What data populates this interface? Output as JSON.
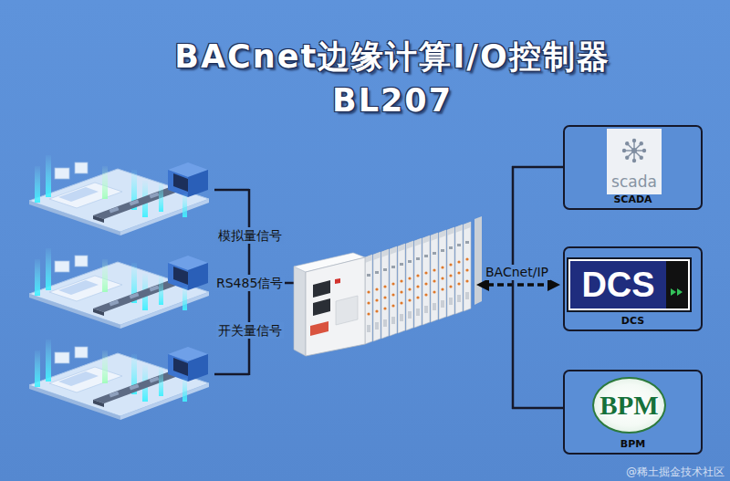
{
  "diagram": {
    "title": "BACnet边缘计算I/O控制器 BL207",
    "nodes": [
      {
        "text": [
          "scada",
          "SCADA"
        ]
      },
      {
        "text": [
          "DCS",
          "DCS"
        ]
      },
      {
        "text": [
          "BPM",
          "BPM"
        ]
      }
    ],
    "labels": [
      "模拟量信号",
      "RS485信号",
      "开关量信号",
      "BACnet/IP",
      "@稀土掘金技术社区"
    ]
  }
}
